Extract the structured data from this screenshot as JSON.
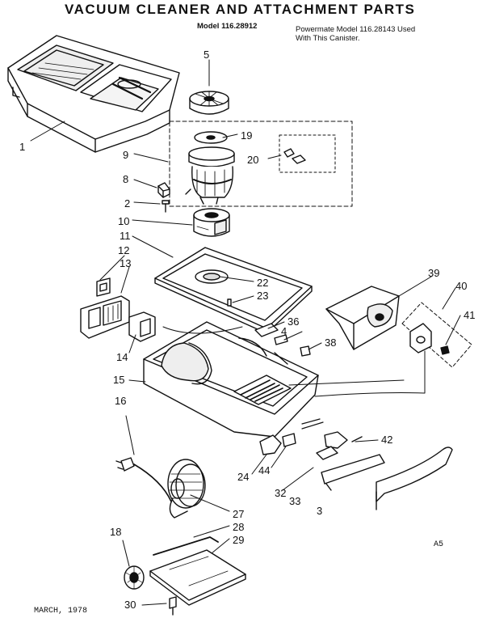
{
  "header": {
    "title": "VACUUM CLEANER AND ATTACHMENT PARTS",
    "model": "Model 116.28912",
    "note_line1": "Powermate Model 116.28143 Used",
    "note_line2": "With This Canister."
  },
  "footer": {
    "date": "MARCH, 1978",
    "page_code": "A5"
  },
  "callouts": [
    {
      "id": "p1",
      "label": "1"
    },
    {
      "id": "p2",
      "label": "2"
    },
    {
      "id": "p3",
      "label": "3"
    },
    {
      "id": "p4",
      "label": "4"
    },
    {
      "id": "p5",
      "label": "5"
    },
    {
      "id": "p8",
      "label": "8"
    },
    {
      "id": "p9",
      "label": "9"
    },
    {
      "id": "p10",
      "label": "10"
    },
    {
      "id": "p11",
      "label": "11"
    },
    {
      "id": "p12",
      "label": "12"
    },
    {
      "id": "p13",
      "label": "13"
    },
    {
      "id": "p14",
      "label": "14"
    },
    {
      "id": "p15",
      "label": "15"
    },
    {
      "id": "p16",
      "label": "16"
    },
    {
      "id": "p18",
      "label": "18"
    },
    {
      "id": "p19",
      "label": "19"
    },
    {
      "id": "p20",
      "label": "20"
    },
    {
      "id": "p22",
      "label": "22"
    },
    {
      "id": "p23",
      "label": "23"
    },
    {
      "id": "p24",
      "label": "24"
    },
    {
      "id": "p27",
      "label": "27"
    },
    {
      "id": "p28",
      "label": "28"
    },
    {
      "id": "p29",
      "label": "29"
    },
    {
      "id": "p30",
      "label": "30"
    },
    {
      "id": "p32",
      "label": "32"
    },
    {
      "id": "p33",
      "label": "33"
    },
    {
      "id": "p36",
      "label": "36"
    },
    {
      "id": "p38",
      "label": "38"
    },
    {
      "id": "p39",
      "label": "39"
    },
    {
      "id": "p40",
      "label": "40"
    },
    {
      "id": "p41",
      "label": "41"
    },
    {
      "id": "p42",
      "label": "42"
    },
    {
      "id": "p44",
      "label": "44"
    }
  ]
}
